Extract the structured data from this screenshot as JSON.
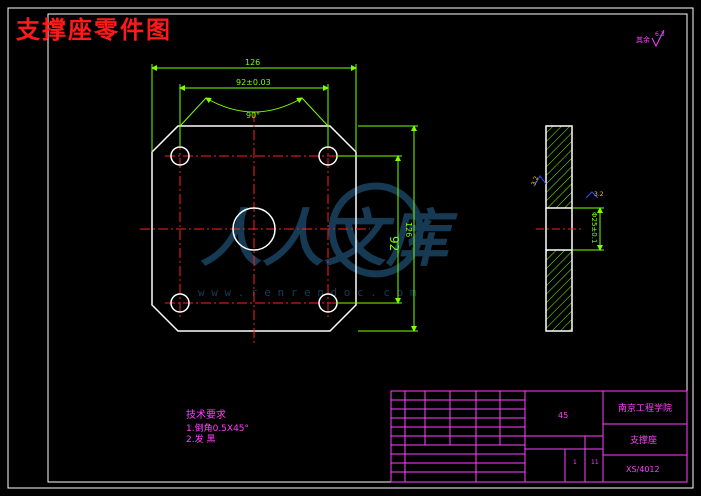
{
  "title": "支撑座零件图",
  "roughness_note": {
    "label": "其余",
    "value": "6.3"
  },
  "dimensions": {
    "overall_width": "126",
    "hole_spacing": "92±0.03",
    "angle": "90°",
    "hole_spacing_vertical": "92",
    "overall_height": "126",
    "side_roughness_left": "3.2",
    "side_roughness_right": "3.2",
    "side_thickness": "Φ25±0.1"
  },
  "watermark": {
    "text": "人人文库",
    "url": "w w w . r e n r e n d o c . c o m"
  },
  "tech_requirements": {
    "heading": "技术要求",
    "lines": [
      "1.倒角0.5X45°",
      "2.发 黑"
    ]
  },
  "title_block": {
    "material": "45",
    "school": "南京工程学院",
    "part_name": "支撑座",
    "drawing_no": "XS/4012",
    "scale": "1",
    "sheets": "11"
  },
  "colors": {
    "outline": "#ffffff",
    "dimension": "#7cff00",
    "centerline": "#ff2020",
    "title": "#ff1a1a",
    "table": "#ff40ff",
    "hatch": "#7cff00"
  }
}
